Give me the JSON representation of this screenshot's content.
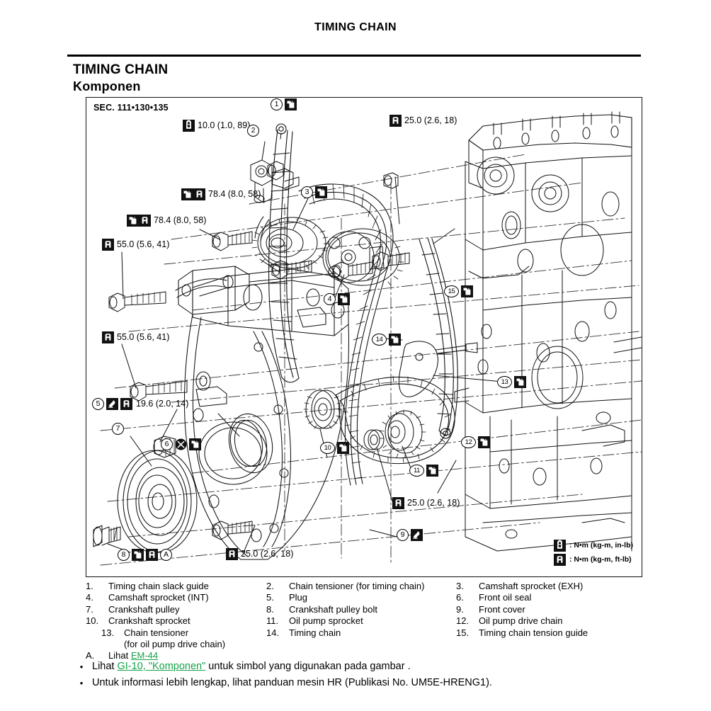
{
  "header": {
    "doc_title": "TIMING CHAIN",
    "section_title": "TIMING CHAIN",
    "section_subtitle": "Komponen"
  },
  "diagram": {
    "sec_code": "SEC. 111•130•135",
    "torque_callouts": [
      {
        "id": "t1",
        "icons": [
          "torque-inlb"
        ],
        "text": "10.0 (1.0, 89)"
      },
      {
        "id": "t2",
        "icons": [
          "oil",
          "torque-ftlb"
        ],
        "text": "78.4 (8.0, 58)"
      },
      {
        "id": "t3",
        "icons": [
          "oil",
          "torque-ftlb"
        ],
        "text": "78.4 (8.0, 58)"
      },
      {
        "id": "t4",
        "icons": [
          "torque-ftlb"
        ],
        "text": "55.0 (5.6, 41)"
      },
      {
        "id": "t5",
        "icons": [
          "torque-ftlb"
        ],
        "text": "55.0 (5.6, 41)"
      },
      {
        "id": "t6",
        "icons": [
          "torque-ftlb"
        ],
        "text": "25.0 (2.6, 18)"
      },
      {
        "id": "t7",
        "icons": [
          "torque-ftlb"
        ],
        "text": "25.0 (2.6, 18)"
      },
      {
        "id": "t8",
        "icons": [
          "torque-ftlb"
        ],
        "text": "25.0 (2.6, 18)"
      }
    ],
    "part_callouts": [
      {
        "num": "1",
        "icons": [
          "oil"
        ]
      },
      {
        "num": "2",
        "icons": []
      },
      {
        "num": "3",
        "icons": [
          "oil"
        ]
      },
      {
        "num": "4",
        "icons": [
          "oil"
        ]
      },
      {
        "num": "5",
        "icons": [
          "liquid-gasket",
          "torque-ftlb"
        ],
        "text": "19.6 (2.0, 14)"
      },
      {
        "num": "6",
        "icons": [
          "no-reuse",
          "oil"
        ]
      },
      {
        "num": "7",
        "icons": []
      },
      {
        "num": "8",
        "icons": [
          "oil",
          "torque-ftlb",
          "ref-a"
        ]
      },
      {
        "num": "9",
        "icons": [
          "liquid-gasket"
        ]
      },
      {
        "num": "10",
        "icons": [
          "oil"
        ]
      },
      {
        "num": "11",
        "icons": [
          "oil"
        ]
      },
      {
        "num": "12",
        "icons": [
          "oil"
        ]
      },
      {
        "num": "13",
        "icons": [
          "oil"
        ]
      },
      {
        "num": "14",
        "icons": [
          "oil"
        ]
      },
      {
        "num": "15",
        "icons": [
          "oil"
        ]
      }
    ],
    "unit_legend": [
      {
        "icon": "torque-inlb",
        "text": ": N•m (kg-m, in-lb)"
      },
      {
        "icon": "torque-ftlb",
        "text": ": N•m (kg-m, ft-lb)"
      }
    ]
  },
  "parts_list": {
    "rows": [
      [
        {
          "num": "1.",
          "label": "Timing chain slack guide"
        },
        {
          "num": "2.",
          "label": "Chain tensioner (for timing chain)"
        },
        {
          "num": "3.",
          "label": "Camshaft sprocket (EXH)"
        }
      ],
      [
        {
          "num": "4.",
          "label": "Camshaft sprocket (INT)"
        },
        {
          "num": "5.",
          "label": "Plug"
        },
        {
          "num": "6.",
          "label": "Front oil seal"
        }
      ],
      [
        {
          "num": "7.",
          "label": "Crankshaft pulley"
        },
        {
          "num": "8.",
          "label": "Crankshaft pulley bolt"
        },
        {
          "num": "9.",
          "label": "Front cover"
        }
      ],
      [
        {
          "num": "10.",
          "label": "Crankshaft sprocket"
        },
        {
          "num": "11.",
          "label": "Oil pump sprocket"
        },
        {
          "num": "12.",
          "label": "Oil pump drive chain"
        }
      ],
      [
        {
          "num": "13.",
          "label": "Chain tensioner"
        },
        {
          "num": "14.",
          "label": "Timing chain"
        },
        {
          "num": "15.",
          "label": "Timing chain tension guide"
        }
      ]
    ],
    "continuation": "(for oil pump drive chain)",
    "ref_row": {
      "num": "A.",
      "label_pre": "Lihat ",
      "link": "EM-44"
    }
  },
  "notes": [
    {
      "bullet": "•",
      "pre": "Lihat ",
      "link": "GI-10, \"Komponen\"",
      "post": " untuk simbol yang digunakan pada gambar ."
    },
    {
      "bullet": "•",
      "pre": "Untuk informasi lebih lengkap, lihat panduan mesin HR (Publikasi No. UM5E-HRENG1).",
      "link": "",
      "post": ""
    }
  ],
  "colors": {
    "link": "#16a34a",
    "ink": "#111111"
  }
}
